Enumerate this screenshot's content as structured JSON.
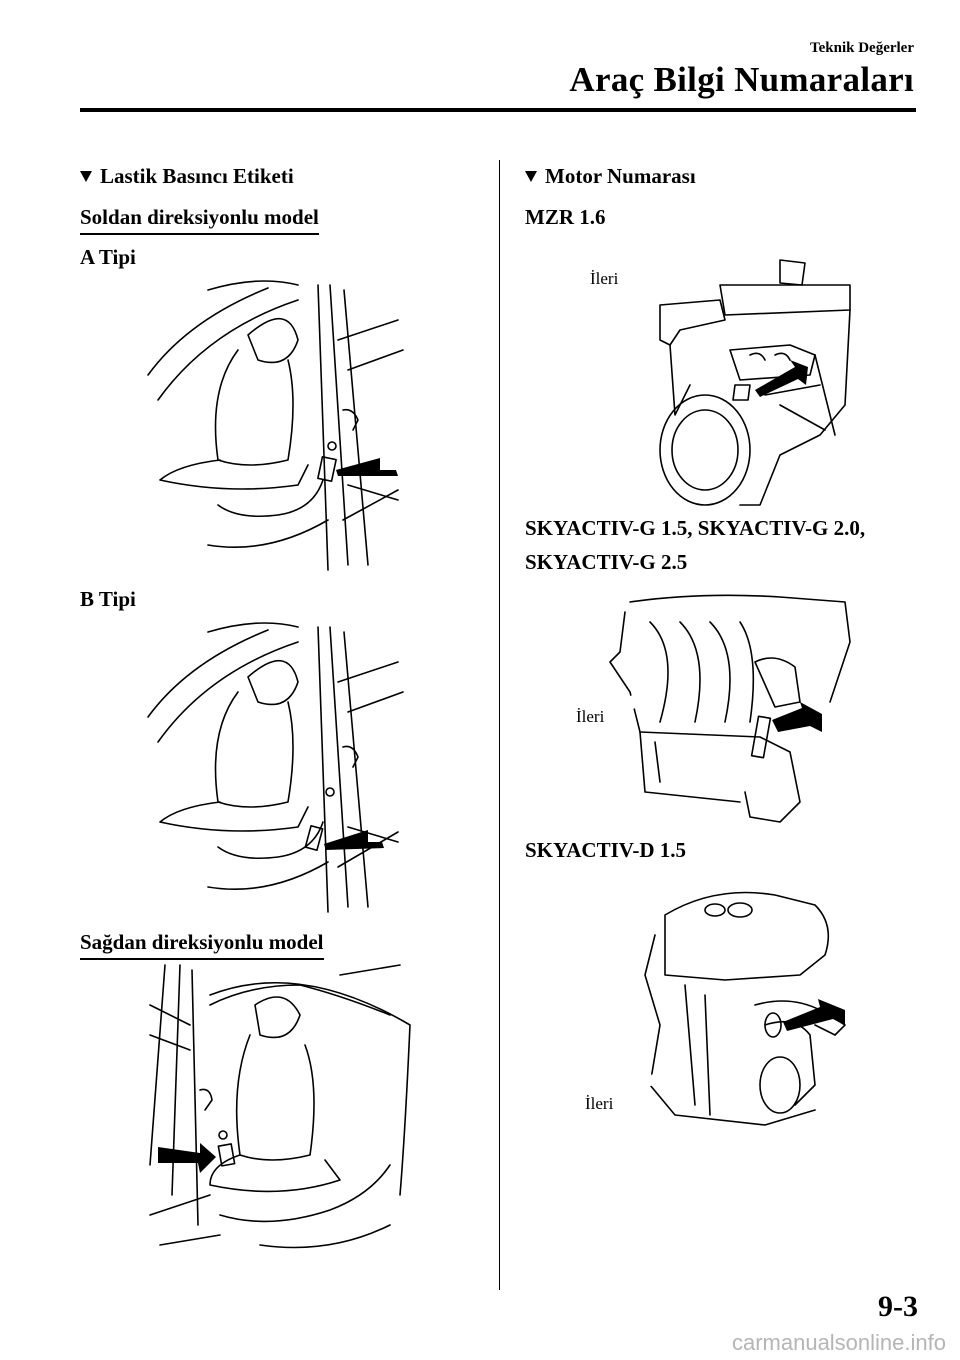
{
  "header": {
    "section": "Teknik Değerler",
    "title": "Araç Bilgi Numaraları"
  },
  "left": {
    "heading": "Lastik Basıncı Etiketi",
    "lhd_label": "Soldan direksiyonlu model",
    "type_a": "A Tipi",
    "type_b": "B Tipi",
    "rhd_label": "Sağdan direksiyonlu model"
  },
  "right": {
    "heading": "Motor Numarası",
    "engine1": "MZR 1.6",
    "engine2_line1": "SKYACTIV-G 1.5, SKYACTIV-G 2.0,",
    "engine2_line2": "SKYACTIV-G 2.5",
    "engine3": "SKYACTIV-D 1.5",
    "forward": "İleri"
  },
  "page_number": "9-3",
  "footer": "carmanualsonline.info"
}
